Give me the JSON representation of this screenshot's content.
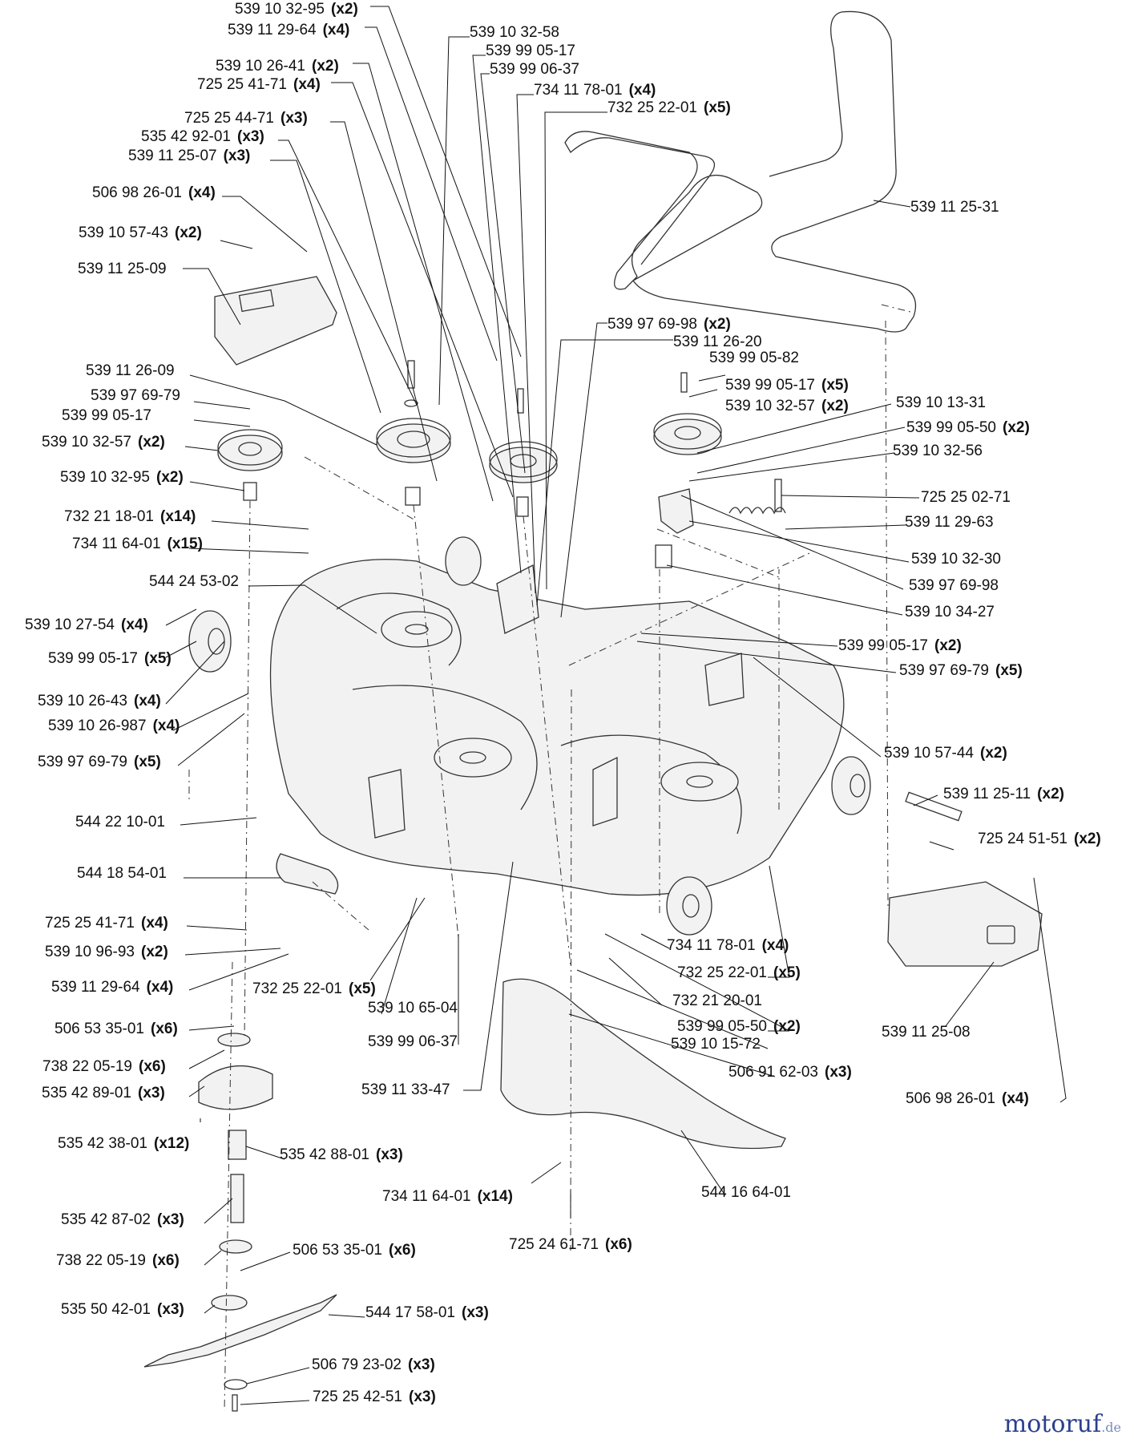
{
  "brand": {
    "main": "motoruf",
    "tld": ".de"
  },
  "callouts": [
    {
      "part": "539 10 32-95",
      "qty": "(x2)"
    },
    {
      "part": "539 11 29-64",
      "qty": "(x4)"
    },
    {
      "part": "539 10 26-41",
      "qty": "(x2)"
    },
    {
      "part": "725 25 41-71",
      "qty": "(x4)"
    },
    {
      "part": "725 25 44-71",
      "qty": "(x3)"
    },
    {
      "part": "535 42 92-01",
      "qty": "(x3)"
    },
    {
      "part": "539 11 25-07",
      "qty": "(x3)"
    },
    {
      "part": "506 98 26-01",
      "qty": "(x4)"
    },
    {
      "part": "539 10 57-43",
      "qty": "(x2)"
    },
    {
      "part": "539 11 25-09",
      "qty": ""
    },
    {
      "part": "539 10 32-58",
      "qty": ""
    },
    {
      "part": "539 99 05-17",
      "qty": ""
    },
    {
      "part": "539 99 06-37",
      "qty": ""
    },
    {
      "part": "734 11 78-01",
      "qty": "(x4)"
    },
    {
      "part": "732 25 22-01",
      "qty": "(x5)"
    },
    {
      "part": "539 11 25-31",
      "qty": ""
    },
    {
      "part": "539 97 69-98",
      "qty": "(x2)"
    },
    {
      "part": "539 11 26-20",
      "qty": ""
    },
    {
      "part": "539 99 05-82",
      "qty": ""
    },
    {
      "part": "539 99 05-17",
      "qty": "(x5)"
    },
    {
      "part": "539 10 32-57",
      "qty": "(x2)"
    },
    {
      "part": "539 10 13-31",
      "qty": ""
    },
    {
      "part": "539 99 05-50",
      "qty": "(x2)"
    },
    {
      "part": "539 10 32-56",
      "qty": ""
    },
    {
      "part": "725 25 02-71",
      "qty": ""
    },
    {
      "part": "539 11 29-63",
      "qty": ""
    },
    {
      "part": "539 10 32-30",
      "qty": ""
    },
    {
      "part": "539 97 69-98",
      "qty": ""
    },
    {
      "part": "539 10 34-27",
      "qty": ""
    },
    {
      "part": "539 99 05-17",
      "qty": "(x2)"
    },
    {
      "part": "539 97 69-79",
      "qty": "(x5)"
    },
    {
      "part": "539 10 57-44",
      "qty": "(x2)"
    },
    {
      "part": "539 11 25-11",
      "qty": "(x2)"
    },
    {
      "part": "725 24 51-51",
      "qty": "(x2)"
    },
    {
      "part": "539 11 26-09",
      "qty": ""
    },
    {
      "part": "539 97 69-79",
      "qty": ""
    },
    {
      "part": "539 99 05-17",
      "qty": ""
    },
    {
      "part": "539 10 32-57",
      "qty": "(x2)"
    },
    {
      "part": "539 10 32-95",
      "qty": "(x2)"
    },
    {
      "part": "732 21 18-01",
      "qty": "(x14)"
    },
    {
      "part": "734 11 64-01",
      "qty": "(x15)"
    },
    {
      "part": "544 24 53-02",
      "qty": ""
    },
    {
      "part": "539 10 27-54",
      "qty": "(x4)"
    },
    {
      "part": "539 99 05-17",
      "qty": "(x5)"
    },
    {
      "part": "539 10 26-43",
      "qty": "(x4)"
    },
    {
      "part": "539 10 26-987",
      "qty": "(x4)"
    },
    {
      "part": "539 97 69-79",
      "qty": "(x5)"
    },
    {
      "part": "544 22 10-01",
      "qty": ""
    },
    {
      "part": "544 18 54-01",
      "qty": ""
    },
    {
      "part": "725 25 41-71",
      "qty": "(x4)"
    },
    {
      "part": "539 10 96-93",
      "qty": "(x2)"
    },
    {
      "part": "539 11 29-64",
      "qty": "(x4)"
    },
    {
      "part": "732 25 22-01",
      "qty": "(x5)"
    },
    {
      "part": "539 10 65-04",
      "qty": ""
    },
    {
      "part": "539 99 06-37",
      "qty": ""
    },
    {
      "part": "539 11 33-47",
      "qty": ""
    },
    {
      "part": "734 11 78-01",
      "qty": "(x4)"
    },
    {
      "part": "732 25 22-01",
      "qty": "(x5)"
    },
    {
      "part": "732 21 20-01",
      "qty": ""
    },
    {
      "part": "539 99 05-50",
      "qty": "(x2)"
    },
    {
      "part": "539 10 15-72",
      "qty": ""
    },
    {
      "part": "506 91 62-03",
      "qty": "(x3)"
    },
    {
      "part": "539 11 25-08",
      "qty": ""
    },
    {
      "part": "506 98 26-01",
      "qty": "(x4)"
    },
    {
      "part": "506 53 35-01",
      "qty": "(x6)"
    },
    {
      "part": "738 22 05-19",
      "qty": "(x6)"
    },
    {
      "part": "535 42 89-01",
      "qty": "(x3)"
    },
    {
      "part": "535 42 38-01",
      "qty": "(x12)"
    },
    {
      "part": "535 42 88-01",
      "qty": "(x3)"
    },
    {
      "part": "535 42 87-02",
      "qty": "(x3)"
    },
    {
      "part": "738 22 05-19",
      "qty": "(x6)"
    },
    {
      "part": "506 53 35-01",
      "qty": "(x6)"
    },
    {
      "part": "535 50 42-01",
      "qty": "(x3)"
    },
    {
      "part": "544 17 58-01",
      "qty": "(x3)"
    },
    {
      "part": "506 79 23-02",
      "qty": "(x3)"
    },
    {
      "part": "725 25 42-51",
      "qty": "(x3)"
    },
    {
      "part": "734 11 64-01",
      "qty": "(x14)"
    },
    {
      "part": "725 24 61-71",
      "qty": "(x6)"
    },
    {
      "part": "544 16 64-01",
      "qty": ""
    }
  ]
}
